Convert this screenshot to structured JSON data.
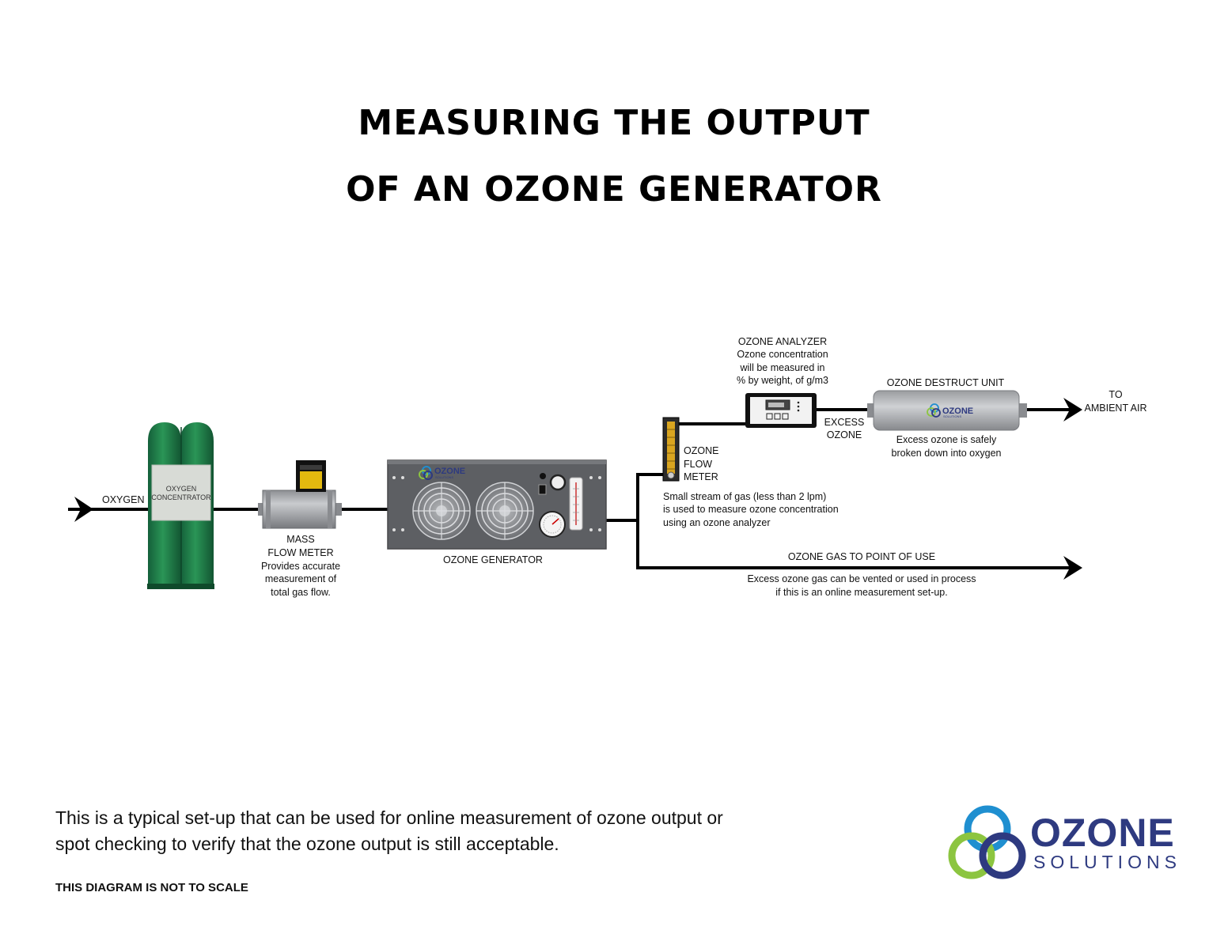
{
  "title": {
    "line1": "MEASURING THE OUTPUT",
    "line2": "OF AN OZONE GENERATOR"
  },
  "diagram": {
    "input_label": "OXYGEN",
    "oxygen_concentrator": {
      "label_line1": "OXYGEN",
      "label_line2": "CONCENTRATOR"
    },
    "mass_flow_meter": {
      "lines": [
        "MASS",
        "FLOW METER",
        "Provides accurate",
        "measurement of",
        "total gas flow."
      ]
    },
    "ozone_generator": {
      "label": "OZONE GENERATOR",
      "brand": "OZONE",
      "brand_sub": "SOLUTIONS"
    },
    "ozone_flow_meter": {
      "lines": [
        "OZONE",
        "FLOW",
        "METER"
      ],
      "note_lines": [
        "Small stream of gas (less than 2 lpm)",
        "is used to measure ozone concentration",
        "using an ozone analyzer"
      ]
    },
    "ozone_analyzer": {
      "lines": [
        "OZONE ANALYZER",
        "Ozone concentration",
        "will be measured in",
        "% by weight, of g/m3"
      ]
    },
    "excess_ozone": {
      "lines": [
        "EXCESS",
        "OZONE"
      ]
    },
    "ozone_destruct_unit": {
      "label": "OZONE DESTRUCT UNIT",
      "brand": "OZONE",
      "brand_sub": "SOLUTIONS",
      "note_lines": [
        "Excess ozone is safely",
        "broken down into oxygen"
      ]
    },
    "ambient_air": {
      "lines": [
        "TO",
        "AMBIENT AIR"
      ]
    },
    "point_of_use": {
      "label": "OZONE GAS TO POINT OF USE",
      "note_lines": [
        "Excess ozone gas can be vented or used in process",
        "if this is an online measurement set-up."
      ]
    }
  },
  "footer": {
    "line1": "This is a typical set-up that can be used for online measurement of ozone output or",
    "line2": "spot checking to verify that the ozone output is still acceptable.",
    "scale_note": "THIS DIAGRAM IS NOT TO SCALE"
  },
  "logo": {
    "word": "OZONE",
    "sub": "SOLUTIONS"
  },
  "colors": {
    "cylinder_green": "#1f7a44",
    "generator_gray": "#5d5f63",
    "logo_navy": "#2e3a80",
    "logo_blue": "#1f8fd0",
    "logo_green": "#8cc540",
    "flowmeter_yellow": "#e3b90f"
  }
}
